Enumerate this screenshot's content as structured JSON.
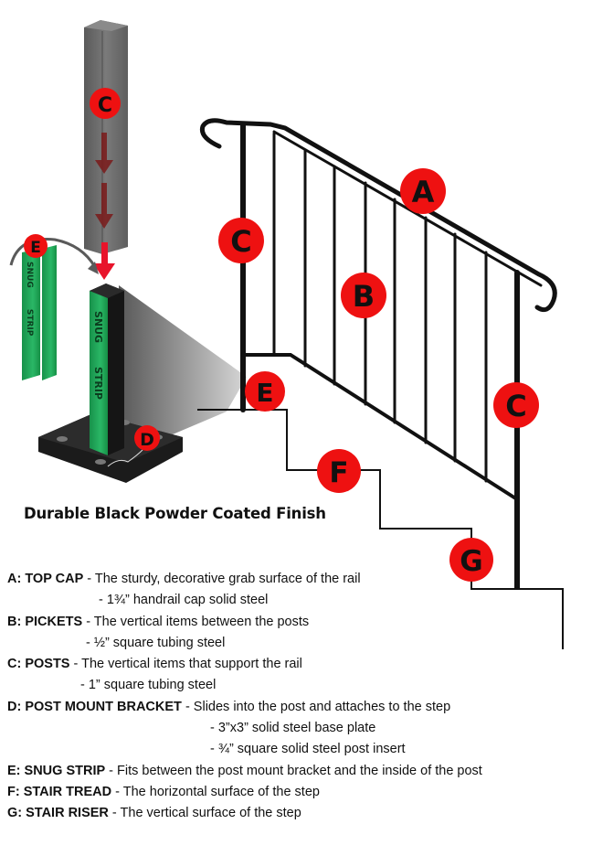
{
  "badges": {
    "top_cap": "A",
    "pickets": "B",
    "posts": "C",
    "bracket": "D",
    "snug_strip": "E",
    "stair_tread": "F",
    "stair_riser": "G"
  },
  "strip_text": {
    "word1": "SNUG",
    "word2": "STRIP"
  },
  "caption": "Durable Black Powder Coated Finish",
  "legend": [
    {
      "key": "A: TOP CAP",
      "desc": " - The sturdy, decorative grab surface of the rail",
      "subs": [
        "- 1¾” handrail cap solid steel"
      ]
    },
    {
      "key": "B: PICKETS",
      "desc": " -  The vertical items between the posts",
      "subs": [
        "- ½” square tubing steel"
      ]
    },
    {
      "key": "C: POSTS",
      "desc": " - The vertical items that support the rail",
      "subs": [
        "- 1” square tubing steel"
      ]
    },
    {
      "key": "D: POST MOUNT BRACKET",
      "desc": " - Slides into the post and attaches to the step",
      "subs": [
        "- 3”x3” solid steel base plate",
        "- ¾” square solid steel post insert"
      ]
    },
    {
      "key": "E: SNUG STRIP",
      "desc": " - Fits between the post mount bracket and the inside of the post",
      "subs": []
    },
    {
      "key": "F: STAIR TREAD",
      "desc": " - The horizontal surface of the step",
      "subs": []
    },
    {
      "key": "G: STAIR RISER",
      "desc": " -  The vertical surface of the step",
      "subs": []
    }
  ],
  "colors": {
    "badge_red": "#ee1111",
    "strip_green": "#1fa055",
    "post_gray": "#6b6b6b",
    "rail_black": "#111111",
    "arrow_red": "#e8142b"
  }
}
